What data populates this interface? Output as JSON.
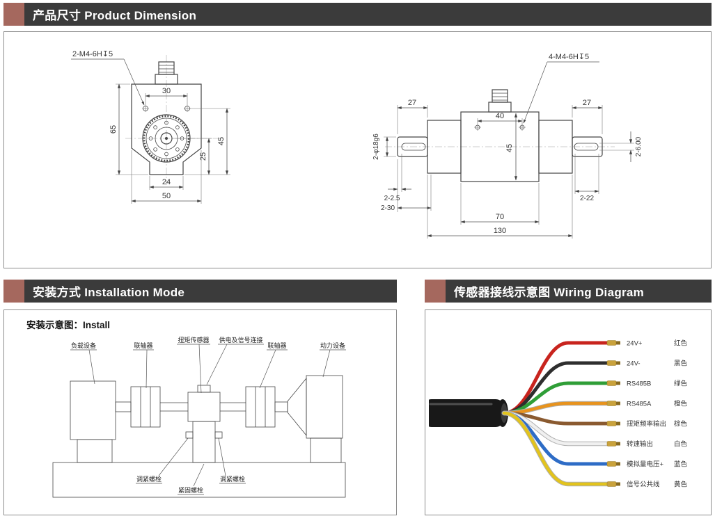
{
  "page": {
    "accent_brown": "#a5685e",
    "header_bg": "#3b3b3b",
    "border_gray": "#8c8c8c"
  },
  "sections": {
    "dimension": {
      "title": "产品尺寸 Product Dimension"
    },
    "installation": {
      "title": "安装方式 Installation Mode"
    },
    "wiring": {
      "title": "传感器接线示意图 Wiring Diagram"
    }
  },
  "dimension_drawing": {
    "front": {
      "thread": "2-M4-6H↧5",
      "dim_30": "30",
      "dim_65": "65",
      "dim_45": "45",
      "dim_25": "25",
      "dim_24": "24",
      "dim_50": "50"
    },
    "side": {
      "thread": "4-M4-6H↧5",
      "dim_27_left": "27",
      "dim_40": "40",
      "dim_27_right": "27",
      "dim_shaft": "2-φ18g6",
      "dim_45": "45",
      "dim_key_w": "2-6.00",
      "dim_step": "2-2.5",
      "dim_key_l": "2-22",
      "dim_30x2": "2-30",
      "dim_70": "70",
      "dim_130": "130"
    }
  },
  "installation": {
    "subtitle": "安装示意图：Install",
    "top_labels": [
      "负载设备",
      "联轴器",
      "扭矩传感器",
      "供电及信号连接",
      "联轴器",
      "动力设备"
    ],
    "bottom_labels": [
      "调紧螺栓",
      "紧固螺栓",
      "调紧螺栓"
    ]
  },
  "wiring": {
    "wires": [
      {
        "signal": "24V+",
        "color_name": "红色",
        "hex": "#c8241e"
      },
      {
        "signal": "24V-",
        "color_name": "黑色",
        "hex": "#2e2e2e"
      },
      {
        "signal": "RS485B",
        "color_name": "绿色",
        "hex": "#2f9e37"
      },
      {
        "signal": "RS485A",
        "color_name": "橙色",
        "hex": "#e8931d"
      },
      {
        "signal": "扭矩频率输出",
        "color_name": "棕色",
        "hex": "#8a5a30"
      },
      {
        "signal": "转速输出",
        "color_name": "白色",
        "hex": "#f0f0f0"
      },
      {
        "signal": "模拟量电压+",
        "color_name": "蓝色",
        "hex": "#2e6cc6"
      },
      {
        "signal": "信号公共线",
        "color_name": "黄色",
        "hex": "#e2c31d"
      }
    ]
  }
}
